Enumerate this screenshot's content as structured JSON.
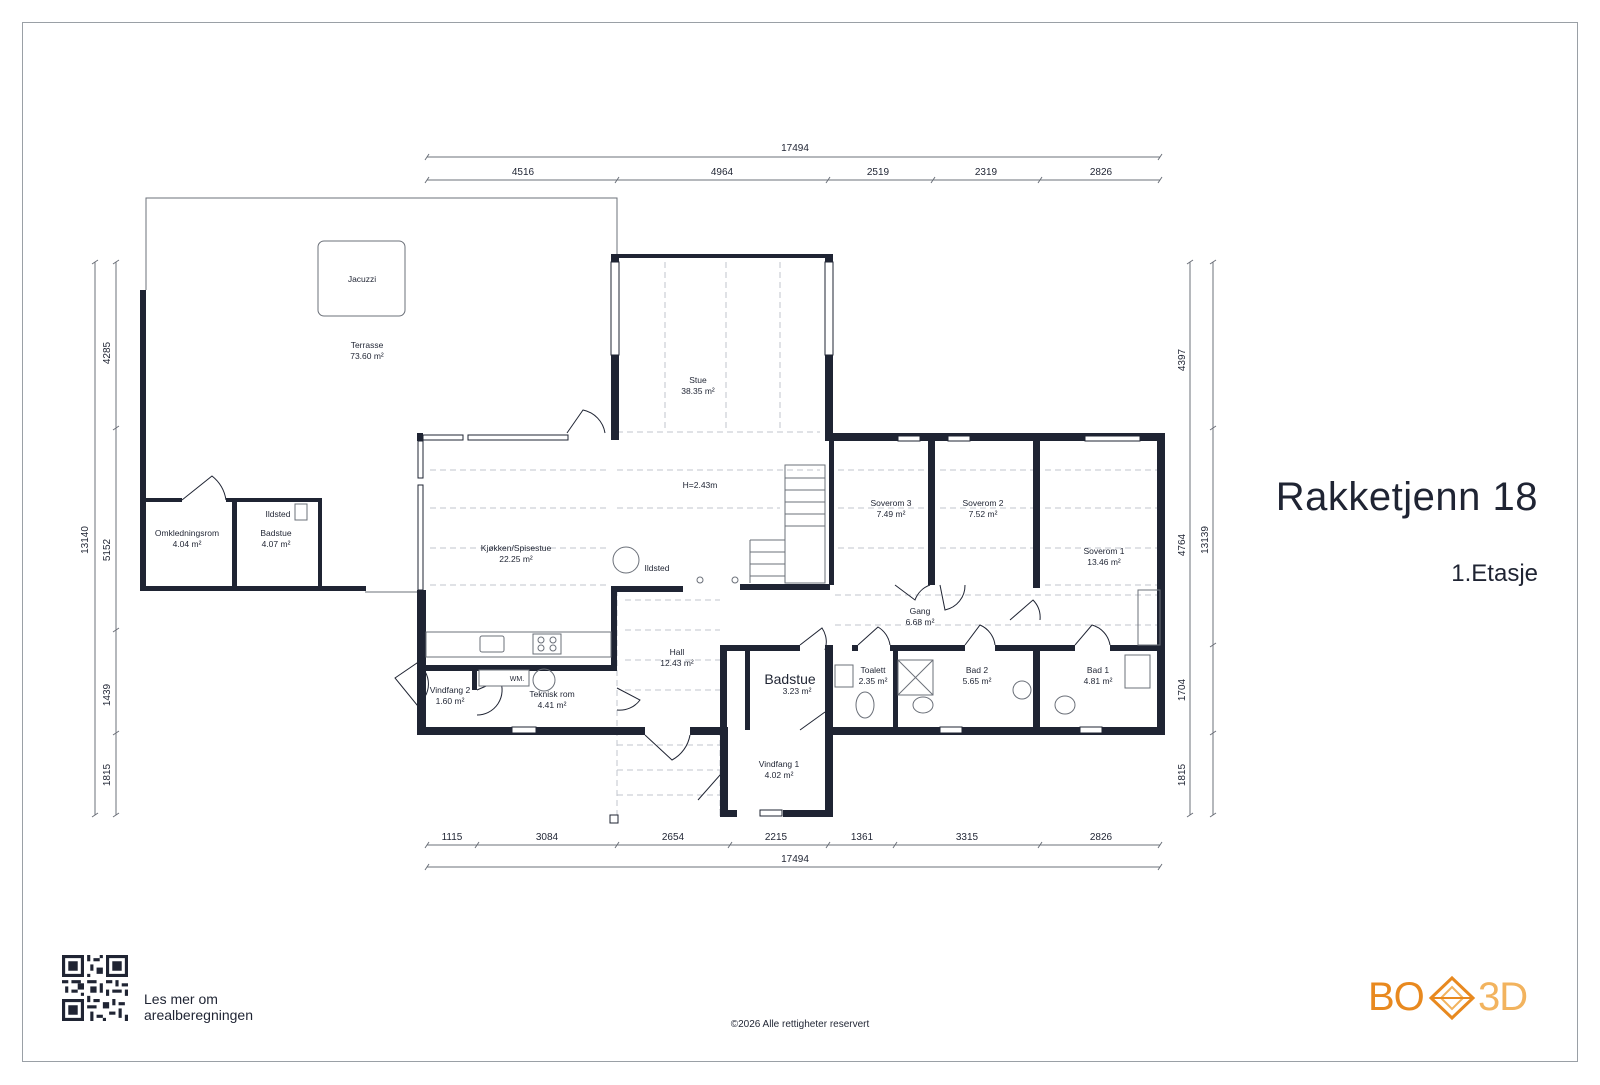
{
  "title": "Rakketjenn 18",
  "subtitle": "1.Etasje",
  "qr_caption_line1": "Les mer om",
  "qr_caption_line2": "arealberegningen",
  "copyright": "©2026 Alle rettigheter reservert",
  "logo": {
    "left": "BO",
    "right": "3D",
    "color": "#e8891f"
  },
  "colors": {
    "wall": "#1f2433",
    "dashed": "#b8bcc4",
    "dim": "#6b7079"
  },
  "rooms": [
    {
      "id": "terrasse",
      "name": "Terrasse",
      "area": "73.60 m²"
    },
    {
      "id": "jacuzzi",
      "name": "Jacuzzi",
      "area": ""
    },
    {
      "id": "stue",
      "name": "Stue",
      "area": "38.35 m²"
    },
    {
      "id": "kjokken",
      "name": "Kjøkken/Spisestue",
      "area": "22.25 m²"
    },
    {
      "id": "omkledning",
      "name": "Omkledningsrom",
      "area": "4.04 m²"
    },
    {
      "id": "badstue-ute",
      "name": "Badstue",
      "area": "4.07 m²"
    },
    {
      "id": "soverom3",
      "name": "Soverom 3",
      "area": "7.49 m²"
    },
    {
      "id": "soverom2",
      "name": "Soverom 2",
      "area": "7.52 m²"
    },
    {
      "id": "soverom1",
      "name": "Soverom 1",
      "area": "13.46 m²"
    },
    {
      "id": "gang",
      "name": "Gang",
      "area": "6.68 m²"
    },
    {
      "id": "hall",
      "name": "Hall",
      "area": "12.43 m²"
    },
    {
      "id": "badstue",
      "name": "Badstue",
      "area": "3.23 m²"
    },
    {
      "id": "toalett",
      "name": "Toalett",
      "area": "2.35 m²"
    },
    {
      "id": "bad2",
      "name": "Bad 2",
      "area": "5.65 m²"
    },
    {
      "id": "bad1",
      "name": "Bad 1",
      "area": "4.81 m²"
    },
    {
      "id": "vindfang2",
      "name": "Vindfang 2",
      "area": "1.60 m²"
    },
    {
      "id": "teknisk",
      "name": "Teknisk rom",
      "area": "4.41 m²"
    },
    {
      "id": "vindfang1",
      "name": "Vindfang 1",
      "area": "4.02 m²"
    }
  ],
  "annotations": {
    "height": "H=2.43m",
    "ildsted1": "Ildsted",
    "ildsted2": "Ildsted",
    "wm": "WM."
  },
  "dimensions": {
    "top_total": "17494",
    "top": [
      "4516",
      "4964",
      "2519",
      "2319",
      "2826"
    ],
    "bottom": [
      "1115",
      "3084",
      "2654",
      "2215",
      "1361",
      "3315",
      "2826"
    ],
    "bottom_total": "17494",
    "left_total": "13140",
    "left": [
      "4285",
      "5152",
      "1439",
      "1815"
    ],
    "right_total": "13139",
    "right": [
      "4397",
      "4764",
      "1704",
      "1815"
    ]
  }
}
